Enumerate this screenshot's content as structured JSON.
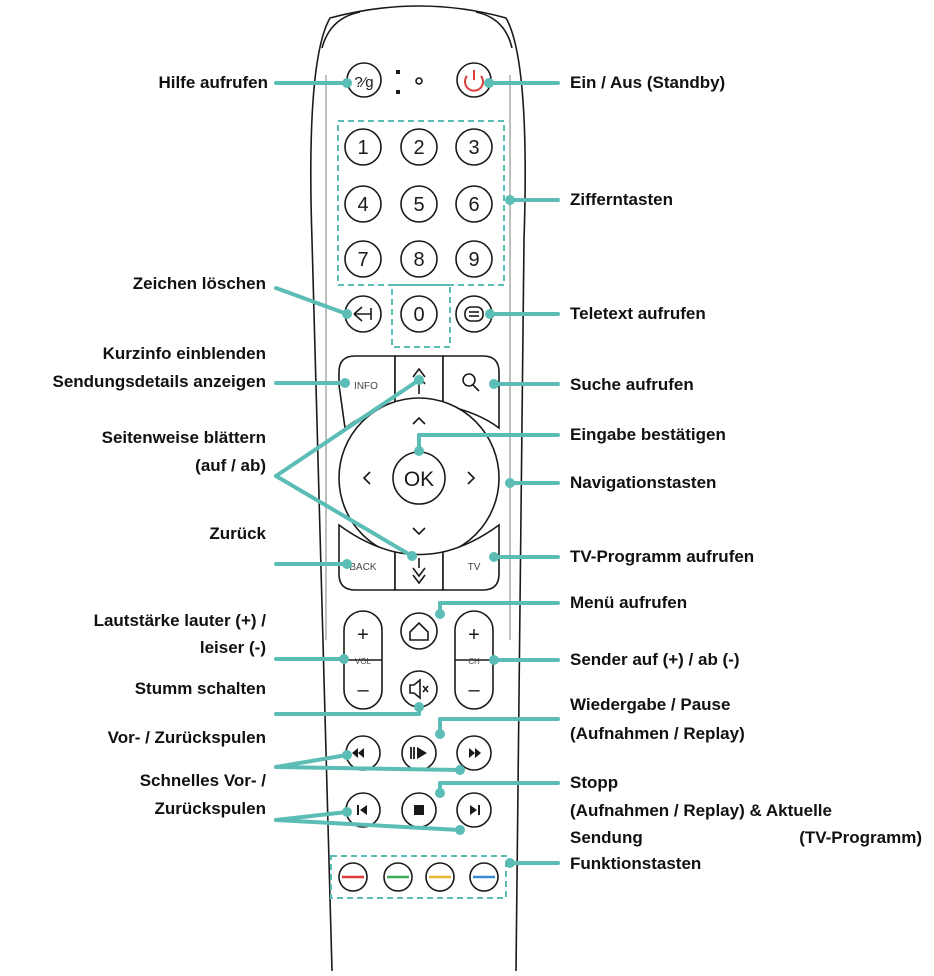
{
  "colors": {
    "accent": "#5bbdb5",
    "outline": "#1a1a1a",
    "power": "#d9403a",
    "red": "#e03a3a",
    "green": "#3aaa55",
    "yellow": "#e8b92a",
    "blue": "#3a8ad8"
  },
  "remote": {
    "digits": [
      "1",
      "2",
      "3",
      "4",
      "5",
      "6",
      "7",
      "8",
      "9",
      "0"
    ],
    "keys": {
      "ok": "OK",
      "info": "INFO",
      "back": "BACK",
      "tv": "TV",
      "vol": "VOL",
      "ch": "CH",
      "plus": "+",
      "minus": "–"
    }
  },
  "labels": {
    "hilfe": "Hilfe aufrufen",
    "standby": "Ein / Aus (Standby)",
    "ziffern": "Zifferntasten",
    "loeschen": "Zeichen löschen",
    "teletext": "Teletext aufrufen",
    "kurzinfo_1": "Kurzinfo einblenden",
    "kurzinfo_2": "Sendungsdetails anzeigen",
    "suche": "Suche aufrufen",
    "blaettern_1": "Seitenweise blättern",
    "blaettern_2": "(auf / ab)",
    "eingabe": "Eingabe bestätigen",
    "navigation": "Navigationstasten",
    "zurueck": "Zurück",
    "tvprogramm": "TV-Programm aufrufen",
    "menue": "Menü aufrufen",
    "laut_1": "Lautstärke lauter (+) /",
    "laut_2": "leiser (-)",
    "sender": "Sender auf (+) / ab (-)",
    "stumm": "Stumm schalten",
    "wiedergabe_1": "Wiedergabe / Pause",
    "wiedergabe_2": "(Aufnahmen / Replay)",
    "spulen": "Vor- / Zurückspulen",
    "schnell_1": "Schnelles Vor- /",
    "schnell_2": "Zurückspulen",
    "stopp_1": "Stopp",
    "stopp_2": "(Aufnahmen / Replay) & Aktuelle",
    "stopp_3": "Sendung (TV-Programm)",
    "funktion": "Funktionstasten"
  }
}
